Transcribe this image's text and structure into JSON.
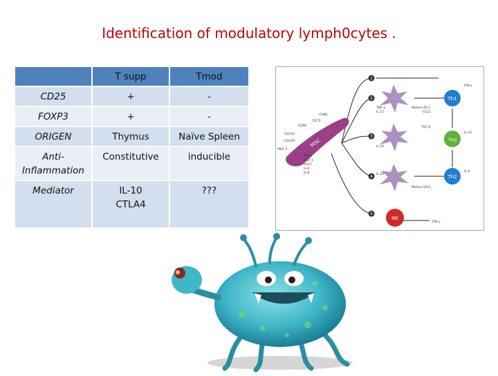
{
  "title": "Identification of modulatory lymph0cytes .",
  "table": {
    "headers": [
      "",
      "T supp",
      "Tmod"
    ],
    "rows": [
      {
        "label": "CD25",
        "t_supp": "+",
        "tmod": "-"
      },
      {
        "label": "FOXP3",
        "t_supp": "+",
        "tmod": "-"
      },
      {
        "label": "ORIGEN",
        "t_supp": "Thymus",
        "tmod": "Naïve Spleen"
      },
      {
        "label": "Anti-Inflammation",
        "t_supp": "Constitutive",
        "tmod": "inducible"
      },
      {
        "label": "Mediator",
        "t_supp": "IL-10\nCTLA4",
        "tmod": "???"
      }
    ]
  },
  "diagram": {
    "colors": {
      "msc": "#9b3f86",
      "th": "#1f7fd0",
      "treg": "#5fb13a",
      "nk": "#d22a2a",
      "dc": "#9c7fb5"
    },
    "number_badges": [
      "1",
      "2",
      "3",
      "4",
      "5"
    ],
    "cell_labels": {
      "msc": "MSC",
      "th1": "Th1",
      "treg": "Treg",
      "th2": "Th2",
      "nk": "NK"
    },
    "markers_left": [
      "CD86",
      "CD73",
      "CD90",
      "CD102",
      "CD105",
      "MHC 1"
    ],
    "secreted": [
      "PGE2",
      "HGF-1",
      "VEGF",
      "IL-6",
      "IL-8"
    ],
    "cytokines": {
      "ifn_top": "IFN-γ",
      "tnf": "TNF-α",
      "il12": "IL 12",
      "il10_mid": "IL-10",
      "il10_right": "IL-10",
      "il10_low": "IL-10",
      "il4": "IL-4",
      "ifn_bottom": "IFN-γ",
      "tgf": "TGF-β",
      "mature_dc_top": "Mature DC1",
      "mature_dc_bottom": "Mature DC2",
      "ccl": "CCL2"
    }
  },
  "illustration": {
    "subject": "cartoon-germ-monster"
  }
}
